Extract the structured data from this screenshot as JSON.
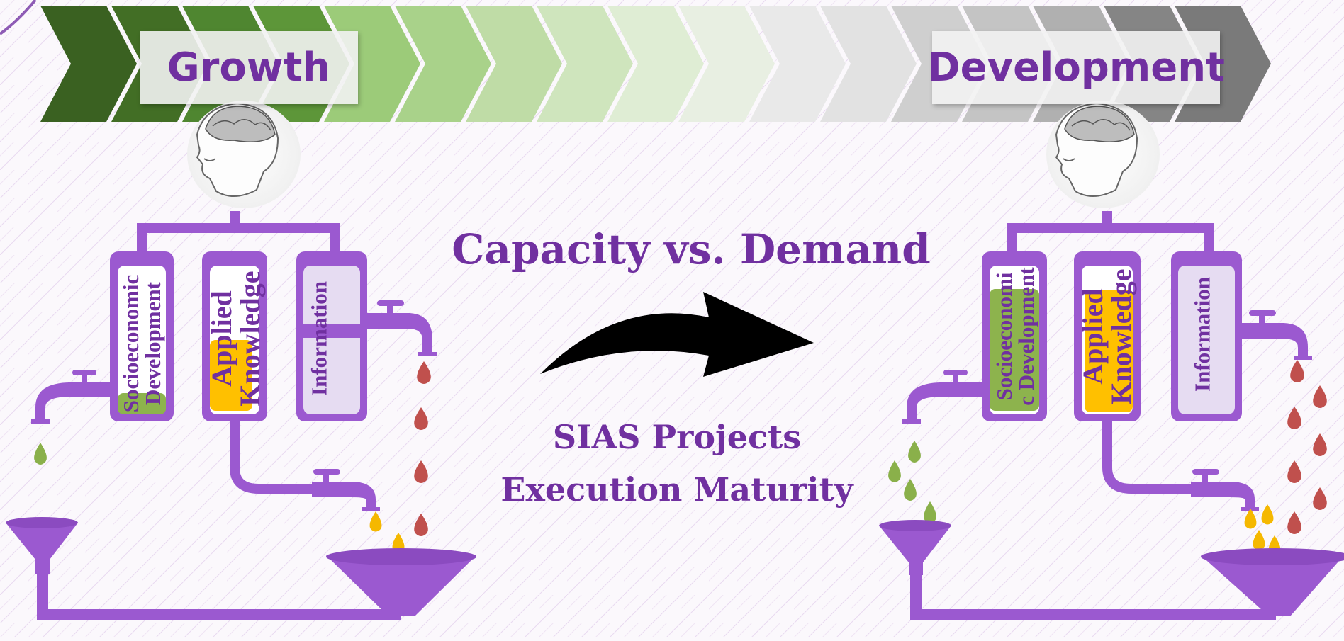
{
  "banners": {
    "left_label": "Growth",
    "right_label": "Development"
  },
  "headline": "Capacity vs. Demand",
  "subheadline": {
    "line1": "SIAS Projects",
    "line2": "Execution Maturity"
  },
  "left_panel": {
    "containers": [
      {
        "line1": "Socioeconomic",
        "line2": "Development"
      },
      {
        "line1": "Applied",
        "line2": "Knowledge"
      },
      {
        "line1": "Information",
        "line2": ""
      }
    ]
  },
  "right_panel": {
    "containers": [
      {
        "line1": "Socioeconomi",
        "line2": "c Development"
      },
      {
        "line1": "Applied",
        "line2": "Knowledge"
      },
      {
        "line1": "Information",
        "line2": ""
      }
    ]
  },
  "colors": {
    "purple": "#9b59d0",
    "text_purple": "#7030a0",
    "green_drop": "#8ab04a",
    "gold_drop": "#f5b800",
    "red_drop": "#c0504d",
    "fill_green": "#8db34d",
    "fill_gold": "#ffc000",
    "fill_lavender": "#e6dcf2"
  },
  "icons": [
    "head-brain-icon",
    "faucet-icon",
    "funnel-icon",
    "curved-arrow-icon"
  ]
}
